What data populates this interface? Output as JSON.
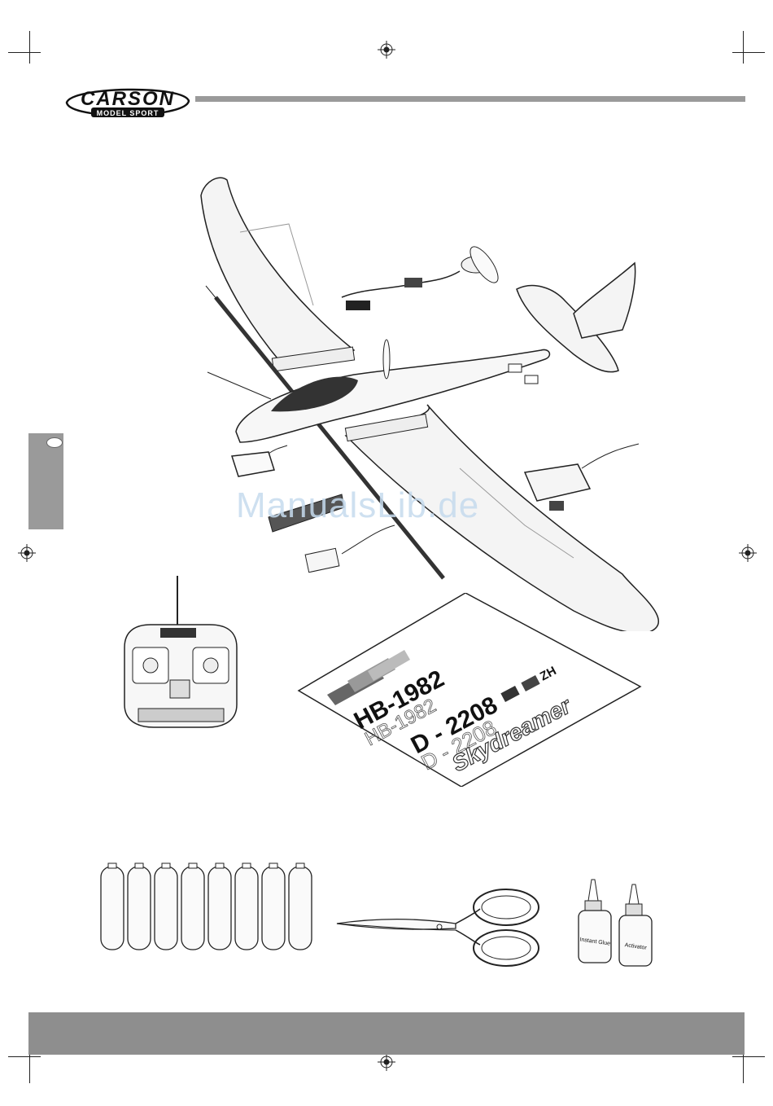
{
  "header": {
    "brand_name": "CARSON",
    "brand_sub": "MODEL SPORT"
  },
  "watermark": "ManualsLib.de",
  "decal_sheet": {
    "registration_hb": "HB-1982",
    "registration_d": "D - 2208",
    "model_name": "Skydreamer",
    "canton": "ZH"
  },
  "bottles": {
    "glue_label": "Instant Glue",
    "activator_label": "Activator"
  },
  "colors": {
    "header_bar": "#9a9a9a",
    "footer_bar": "#8e8e8e",
    "watermark": "#c6dbee"
  }
}
